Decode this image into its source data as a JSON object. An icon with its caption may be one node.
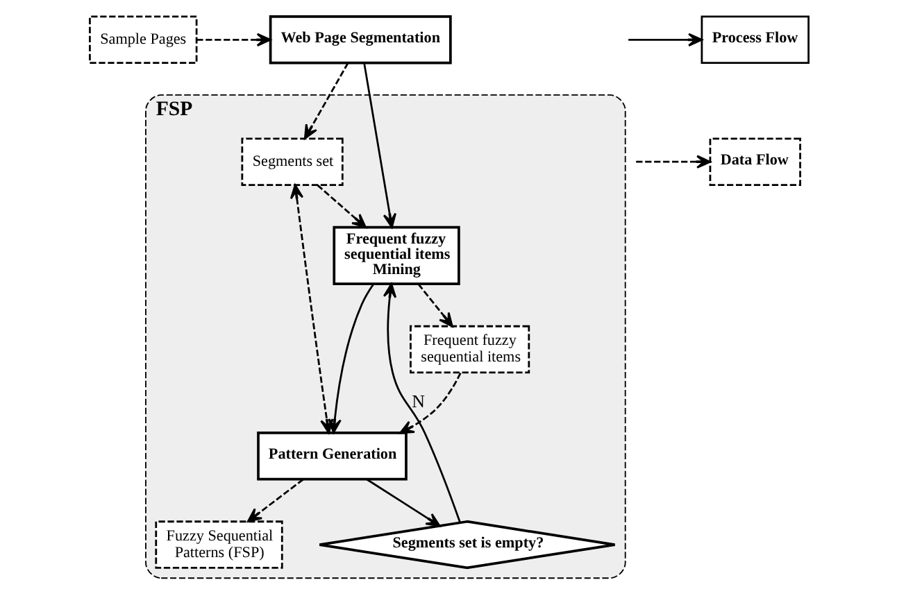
{
  "diagram": {
    "nodes": [
      {
        "text": [
          "Sample Pages"
        ]
      },
      {
        "text": [
          "Web Page Segmentation"
        ]
      },
      {
        "text": [
          "FSP"
        ]
      },
      {
        "text": [
          "Segments set"
        ],
        "in": 2
      },
      {
        "text": [
          "Frequent fuzzy sequential items Mining"
        ],
        "in": 2
      },
      {
        "text": [
          "Frequent fuzzy sequential items"
        ],
        "in": 2
      },
      {
        "text": [
          "Pattern Generation"
        ],
        "in": 2
      },
      {
        "text": [
          "Segments set is empty?"
        ],
        "in": 2
      },
      {
        "text": [
          "Fuzzy Sequential Patterns (FSP)"
        ],
        "in": 2
      }
    ],
    "edges": [
      {
        "from": 0,
        "to": 1,
        "arrow": "to",
        "style": "dashed"
      },
      {
        "from": 1,
        "to": 3,
        "arrow": "to",
        "style": "dashed"
      },
      {
        "from": 1,
        "to": 4,
        "arrow": "to"
      },
      {
        "from": 3,
        "to": 4,
        "arrow": "to",
        "style": "dashed"
      },
      {
        "from": 4,
        "to": 5,
        "arrow": "to",
        "style": "dashed"
      },
      {
        "from": 4,
        "to": 6,
        "arrow": "to"
      },
      {
        "from": 5,
        "to": 6,
        "arrow": "to",
        "style": "dashed"
      },
      {
        "from": 3,
        "to": 6,
        "arrow": "both",
        "style": "dashed"
      },
      {
        "from": 6,
        "to": 8,
        "arrow": "to",
        "style": "dashed"
      },
      {
        "from": 6,
        "to": 7,
        "arrow": "to"
      },
      {
        "from": 7,
        "to": 4,
        "arrow": "to",
        "label": "N"
      }
    ],
    "legend": [
      {
        "text": "Process Flow"
      },
      {
        "text": "Data Flow"
      }
    ]
  }
}
